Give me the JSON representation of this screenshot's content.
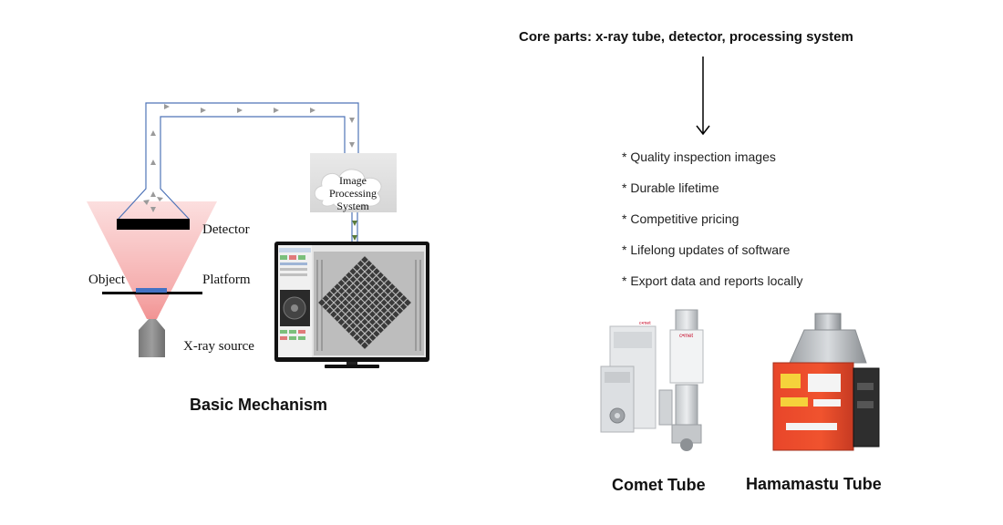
{
  "mechanism": {
    "caption": "Basic Mechanism",
    "labels": {
      "detector": "Detector",
      "object": "Object",
      "platform": "Platform",
      "xray_source": "X-ray source"
    },
    "processing_box": [
      "Image",
      "Processing",
      "System"
    ],
    "colors": {
      "wire": "#4f74b8",
      "arrow": "#9a9a9a",
      "beam": "#f4a8a8",
      "object": "#4472c4"
    }
  },
  "core": {
    "title": "Core parts:  x-ray tube, detector, processing system",
    "features": [
      "* Quality inspection images",
      "* Durable lifetime",
      "* Competitive pricing",
      "* Lifelong updates of software",
      "* Export data and reports locally"
    ]
  },
  "products": {
    "comet": {
      "caption": "Comet Tube",
      "brand": "comet"
    },
    "hamamatsu": {
      "caption": "Hamamastu Tube"
    }
  }
}
